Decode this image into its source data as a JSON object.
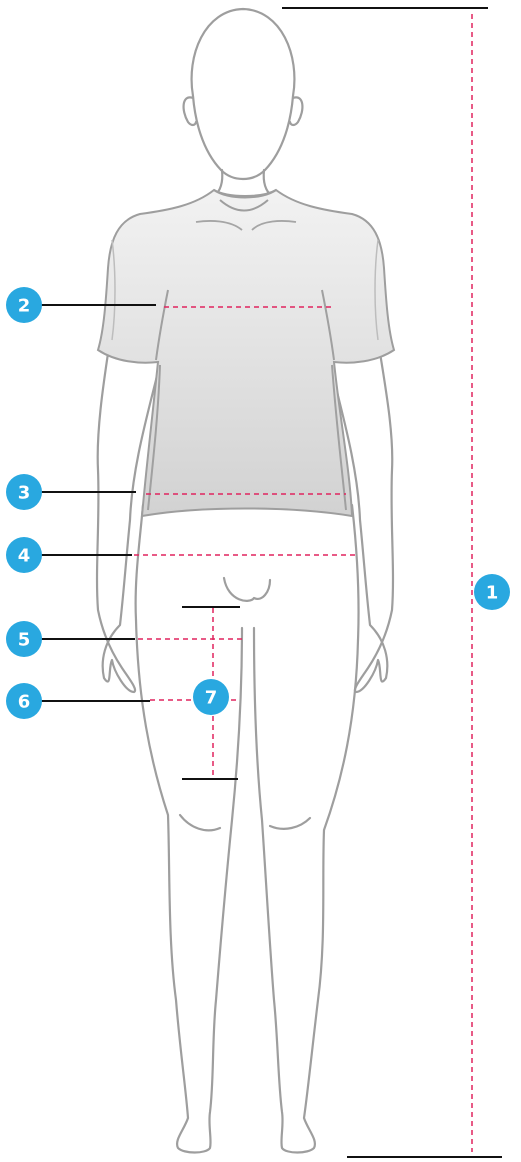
{
  "diagram": {
    "colors": {
      "marker": "#29a8e0",
      "marker_text": "#ffffff",
      "guide_line": "#e0245e",
      "leader_line": "#111111",
      "outline": "#9e9e9e",
      "shirt_top": "#efefef",
      "shirt_bottom": "#d4d4d4"
    },
    "markers": [
      {
        "id": "1",
        "label": "1"
      },
      {
        "id": "2",
        "label": "2"
      },
      {
        "id": "3",
        "label": "3"
      },
      {
        "id": "4",
        "label": "4"
      },
      {
        "id": "5",
        "label": "5"
      },
      {
        "id": "6",
        "label": "6"
      },
      {
        "id": "7",
        "label": "7"
      }
    ]
  }
}
